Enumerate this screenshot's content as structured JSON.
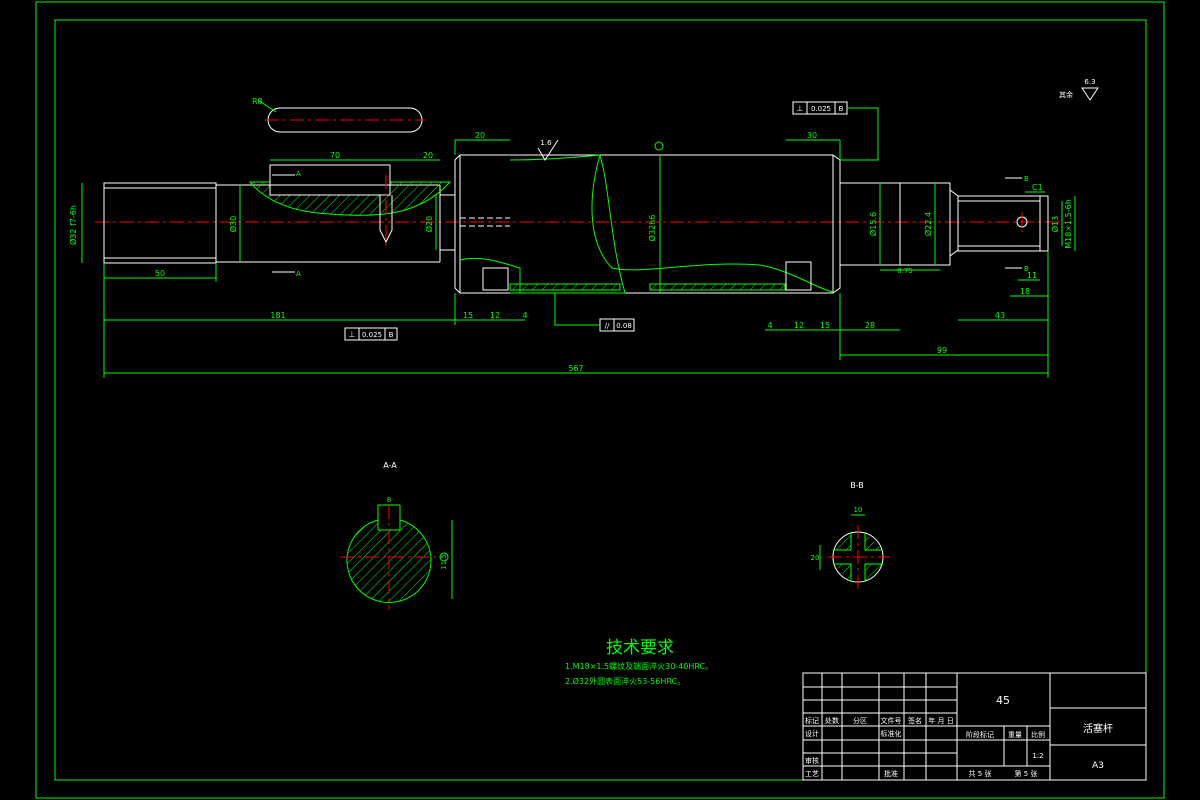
{
  "colors": {
    "background": "#000000",
    "geometry": "#ffffff",
    "dimension": "#00ff00",
    "centerline": "#ff0000"
  },
  "dimensions": {
    "d_70": "70",
    "d_20_key": "20",
    "d_top_20": "20",
    "d_top_30": "30",
    "d_50": "50",
    "d_181": "181",
    "d_15a": "15",
    "d_12a": "12",
    "d_4a": "4",
    "d_4b": "4",
    "d_12b": "12",
    "d_15b": "15",
    "d_28": "28",
    "d_43": "43",
    "d_11": "11",
    "d_18": "18",
    "d_99": "99",
    "d_total": "567",
    "d_dia_left": "Ø32 f7-6h",
    "d_dia_30": "Ø30",
    "d_dia_20": "Ø20",
    "d_dia_main": "Ø32h6",
    "d_dia_step1": "Ø15.6",
    "d_dia_step2": "Ø22.4",
    "d_thread": "M18×1.5-6h",
    "d_dia_13": "Ø13",
    "d_r8": "R8",
    "d_bottom_6": "0.75",
    "label_c1": "C1",
    "label_b1": "B",
    "label_b2": "B",
    "label_a1": "A",
    "label_a2": "A"
  },
  "tolerances": {
    "tol_top": {
      "symbol": "⊥",
      "value": "0.025",
      "datum": "B"
    },
    "tol_bottom": {
      "symbol": "⊥",
      "value": "0.025",
      "datum": "B"
    },
    "tol_parallel": {
      "symbol": "//",
      "value": "0.08"
    }
  },
  "roughness": {
    "rough_main": "1.6",
    "rough_corner": "6.3",
    "rough_corner_prefix": "其余"
  },
  "sections": {
    "aa": {
      "title": "A-A",
      "key_width": "8",
      "depth": "11.5"
    },
    "bb": {
      "title": "B-B",
      "width": "10",
      "height": "20"
    }
  },
  "tech": {
    "title": "技术要求",
    "req1": "1.M18×1.5螺纹及端面淬火30-40HRC。",
    "req2": "2.Ø32外圆表面淬火53-56HRC。"
  },
  "titleblock": {
    "material": "45",
    "part_name": "活塞杆",
    "drawing_no": "A3",
    "scale_label": "比例",
    "scale": "1:2",
    "weight_label": "重量",
    "stage_label": "阶段标记",
    "sheets_total": "共 5 张",
    "sheet_no": "第 5 张",
    "h_mark": "标记",
    "h_count": "处数",
    "h_zone": "分区",
    "h_docno": "文件号",
    "h_sign": "签名",
    "h_date": "年 月 日",
    "r_design": "设计",
    "r_std": "标准化",
    "r_check": "审核",
    "r_process": "工艺",
    "r_approve": "批准"
  }
}
